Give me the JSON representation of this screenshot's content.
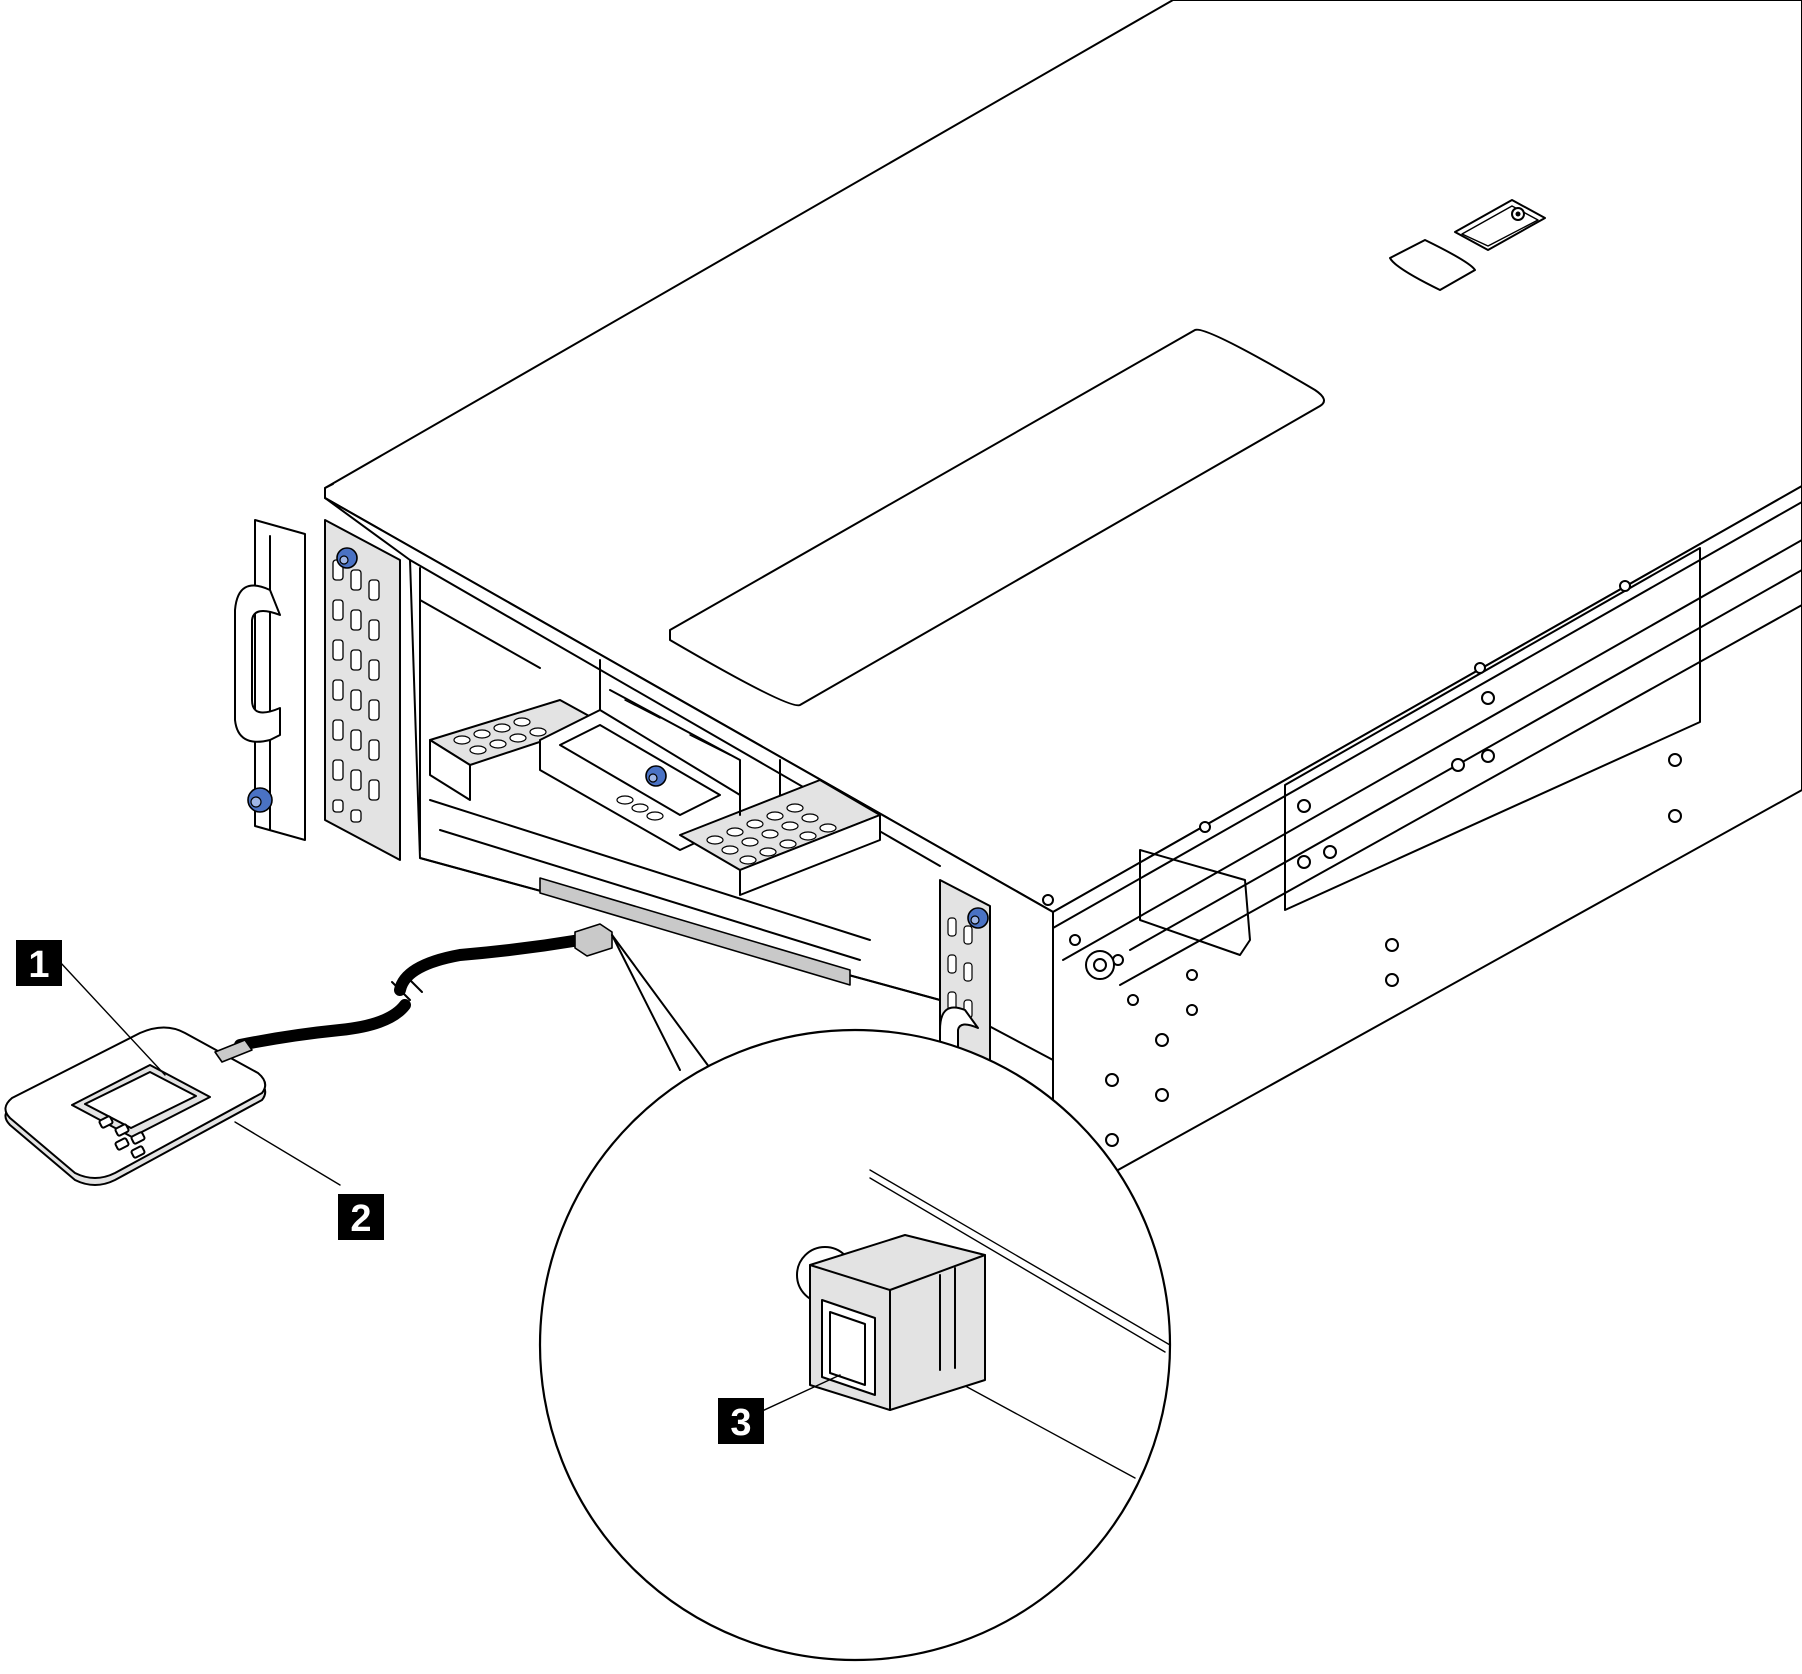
{
  "callouts": [
    {
      "id": "1",
      "label": "1"
    },
    {
      "id": "2",
      "label": "2"
    },
    {
      "id": "3",
      "label": "3"
    }
  ],
  "colors": {
    "line": "#000000",
    "callout_background": "#000000",
    "callout_text": "#ffffff",
    "thumbscrew": "#4a72c4",
    "panel_fill": "#e3e3e3"
  }
}
